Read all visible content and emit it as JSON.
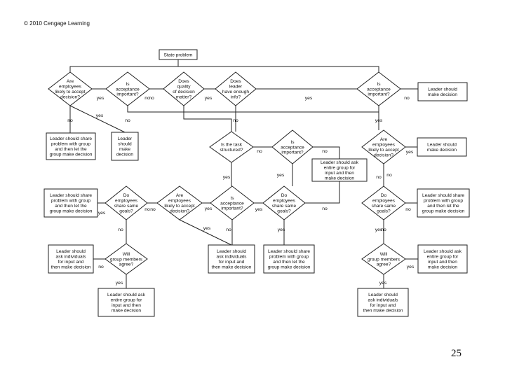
{
  "header": {
    "copyright": "© 2010 Cengage Learning"
  },
  "page": {
    "number": "25"
  },
  "flowchart": {
    "nodes": {
      "start": [
        "State problem"
      ],
      "q_accept_emp": [
        "Are",
        "employees",
        "likely to accept",
        "decision?"
      ],
      "q_accept_imp1": [
        "Is",
        "acceptance",
        "important?"
      ],
      "q_quality": [
        "Does",
        "quality",
        "of decision",
        "matter?"
      ],
      "q_info": [
        "Does",
        "leader",
        "have enough",
        "info?"
      ],
      "q_accept_imp_r": [
        "Is",
        "acceptance",
        "important?"
      ],
      "a_leader_make_r": [
        "Leader should",
        "make decision"
      ],
      "a_share_group1": [
        "Leader should share",
        "problem with group",
        "and then let the",
        "group make decision"
      ],
      "a_leader_make_l": [
        "Leader",
        "should",
        "make",
        "decision"
      ],
      "q_structured": [
        "Is the task",
        "structured?"
      ],
      "q_accept_imp_c": [
        "Is",
        "acceptance",
        "important?"
      ],
      "q_accept_emp_r": [
        "Are",
        "employees",
        "likely to accept",
        "decision?"
      ],
      "a_leader_make_r2": [
        "Leader should",
        "make decision"
      ],
      "a_ask_group_c": [
        "Leader should ask",
        "entire group for",
        "input and then",
        "make decision"
      ],
      "a_share_group2": [
        "Leader should share",
        "problem with group",
        "and then let the",
        "group make decision"
      ],
      "q_goals1": [
        "Do",
        "employees",
        "share same",
        "goals?"
      ],
      "q_accept_emp_c": [
        "Are",
        "employees",
        "likely to accept",
        "decision?"
      ],
      "q_accept_imp_c2": [
        "Is",
        "acceptance",
        "important?"
      ],
      "q_goals2": [
        "Do",
        "employees",
        "share same",
        "goals?"
      ],
      "q_goals3": [
        "Do",
        "employees",
        "share same",
        "goals?"
      ],
      "a_share_group_r": [
        "Leader should share",
        "problem with group",
        "and then let the",
        "group make decision"
      ],
      "a_ask_individuals1": [
        "Leader should",
        "ask individuals",
        "for input and",
        "then make decision"
      ],
      "q_agree1": [
        "Will",
        "group members",
        "agree?"
      ],
      "a_ask_individuals2": [
        "Leader should",
        "ask individuals",
        "for input and",
        "then make decision"
      ],
      "a_share_group3": [
        "Leader should share",
        "problem with group",
        "and then let the",
        "group make decision"
      ],
      "q_agree2": [
        "Will",
        "group members",
        "agree?"
      ],
      "a_ask_group_r": [
        "Leader should ask",
        "entire group for",
        "input and then",
        "make decision"
      ],
      "a_ask_group_l": [
        "Leader should ask",
        "entire group for",
        "input and then",
        "make decision"
      ],
      "a_ask_individuals3": [
        "Leader should",
        "ask individuals",
        "for input and",
        "then make decision"
      ]
    },
    "labels": {
      "l1": "yes",
      "l2": "no",
      "l3": "yes",
      "l4": "yes",
      "l5": "yes",
      "l6": "no",
      "l7": "no",
      "l8": "no",
      "l9": "no",
      "l10": "yes",
      "l11": "no",
      "l12": "yes",
      "l13": "no",
      "l14": "yes",
      "l15": "yes",
      "l16": "no",
      "l17": "yes",
      "l18": "no",
      "l19": "no",
      "l20": "yes",
      "l21": "no",
      "l22": "yes",
      "l23": "yes",
      "l24": "no",
      "l25": "no",
      "l26": "yes",
      "l27": "no",
      "l28": "yes",
      "l29": "no",
      "l30": "yes",
      "l31": "yes",
      "l32": "no",
      "l33": "no",
      "l34": "yes",
      "l35": "no"
    }
  }
}
